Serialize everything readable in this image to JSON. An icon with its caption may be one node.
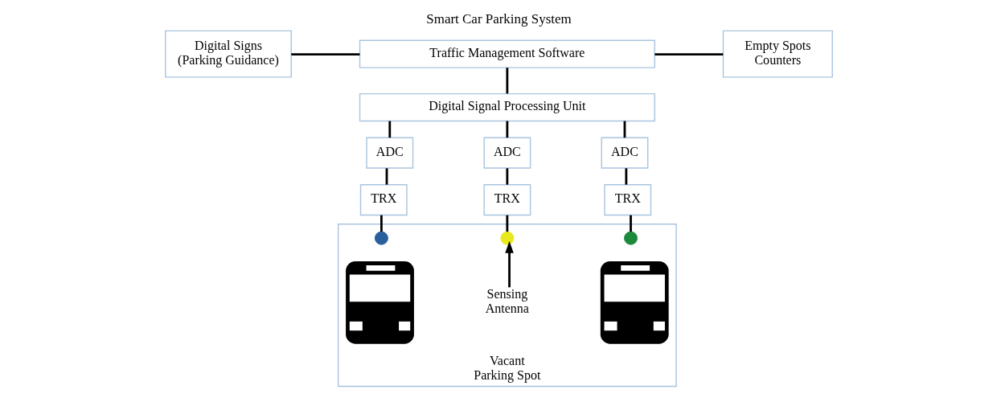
{
  "diagram": {
    "title": "Smart Car Parking System",
    "nodes": [
      {
        "text": [
          "Digital Signs (Parking Guidance)"
        ]
      },
      {
        "text": [
          "Traffic Management Software"
        ]
      },
      {
        "text": [
          "Empty Spots Counters"
        ]
      },
      {
        "text": [
          "Digital Signal Processing Unit"
        ]
      },
      {
        "text": [
          "ADC"
        ]
      },
      {
        "text": [
          "ADC"
        ]
      },
      {
        "text": [
          "ADC"
        ]
      },
      {
        "text": [
          "TRX"
        ]
      },
      {
        "text": [
          "TRX"
        ]
      },
      {
        "text": [
          "TRX"
        ]
      },
      {
        "text": [
          "Vacant Parking Spot"
        ]
      },
      {
        "text": [],
        "shape": "circle",
        "in": 10
      },
      {
        "text": [],
        "shape": "circle",
        "in": 10
      },
      {
        "text": [],
        "shape": "circle",
        "in": 10
      },
      {
        "text": [
          "Sensing Antenna"
        ],
        "in": 10
      },
      {
        "text": [],
        "shape": "picture",
        "in": 10
      },
      {
        "text": [],
        "shape": "picture",
        "in": 10
      }
    ],
    "edges": [
      {
        "from": 0,
        "to": 1,
        "arrow": "none"
      },
      {
        "from": 1,
        "to": 2,
        "arrow": "none"
      },
      {
        "from": 1,
        "to": 3,
        "arrow": "none"
      },
      {
        "from": 3,
        "to": 4,
        "arrow": "none"
      },
      {
        "from": 3,
        "to": 5,
        "arrow": "none"
      },
      {
        "from": 3,
        "to": 6,
        "arrow": "none"
      },
      {
        "from": 4,
        "to": 7,
        "arrow": "none"
      },
      {
        "from": 5,
        "to": 8,
        "arrow": "none"
      },
      {
        "from": 6,
        "to": 9,
        "arrow": "none"
      },
      {
        "from": 7,
        "to": 11,
        "arrow": "none"
      },
      {
        "from": 8,
        "to": 12,
        "arrow": "none"
      },
      {
        "from": 9,
        "to": 13,
        "arrow": "none"
      },
      {
        "from": 14,
        "to": 12,
        "arrow": "to"
      }
    ]
  }
}
